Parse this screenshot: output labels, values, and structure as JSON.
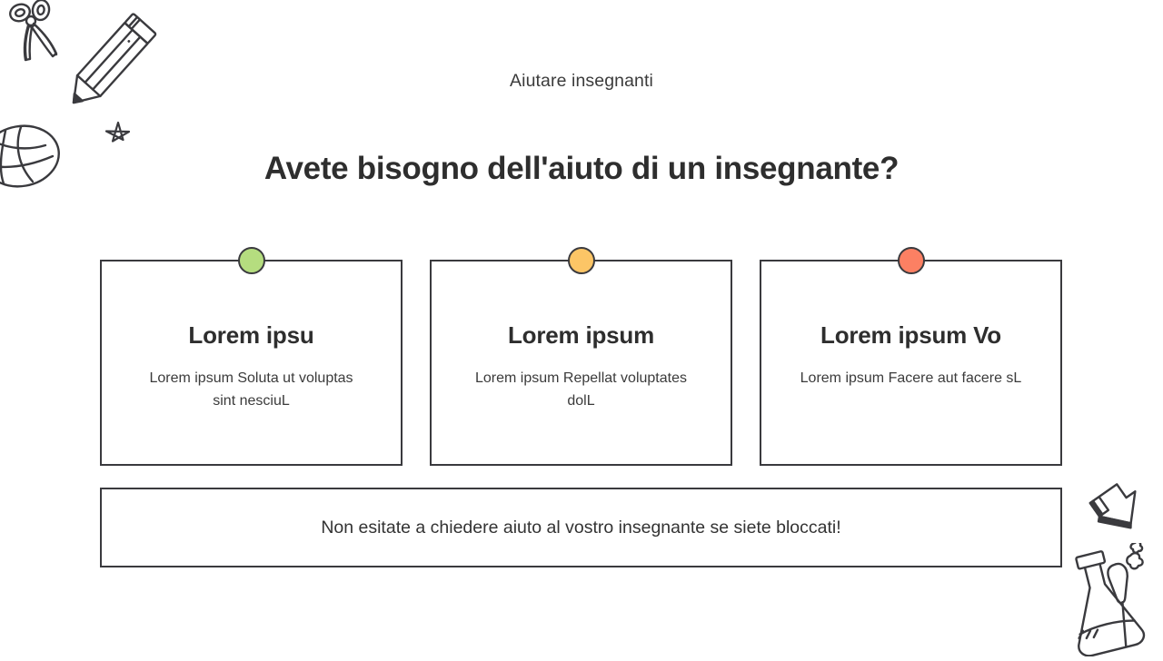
{
  "slide": {
    "eyebrow": "Aiutare insegnanti",
    "headline": "Avete bisogno dell'aiuto di un insegnante?"
  },
  "cards": [
    {
      "title": "Lorem ipsu",
      "body": "Lorem ipsum Soluta ut voluptas sint nesciuL",
      "dot_color": "#b5dd7f",
      "dot_name": "status-dot-green"
    },
    {
      "title": "Lorem ipsum",
      "body": "Lorem ipsum Repellat voluptates dolL",
      "dot_color": "#fcc566",
      "dot_name": "status-dot-yellow"
    },
    {
      "title": "Lorem ipsum Vo",
      "body": "Lorem ipsum Facere aut facere sL",
      "dot_color": "#fc8063",
      "dot_name": "status-dot-coral"
    }
  ],
  "banner": {
    "text": "Non esitate a chiedere aiuto al vostro insegnante se siete bloccati!"
  },
  "decorations": [
    {
      "name": "scissors-icon"
    },
    {
      "name": "pencil-icon"
    },
    {
      "name": "star-icon"
    },
    {
      "name": "ball-icon"
    },
    {
      "name": "cursor-arrow-icon"
    },
    {
      "name": "flask-icon"
    }
  ],
  "colors": {
    "ink": "#3a3a3e",
    "text": "#333333",
    "background": "#ffffff"
  }
}
